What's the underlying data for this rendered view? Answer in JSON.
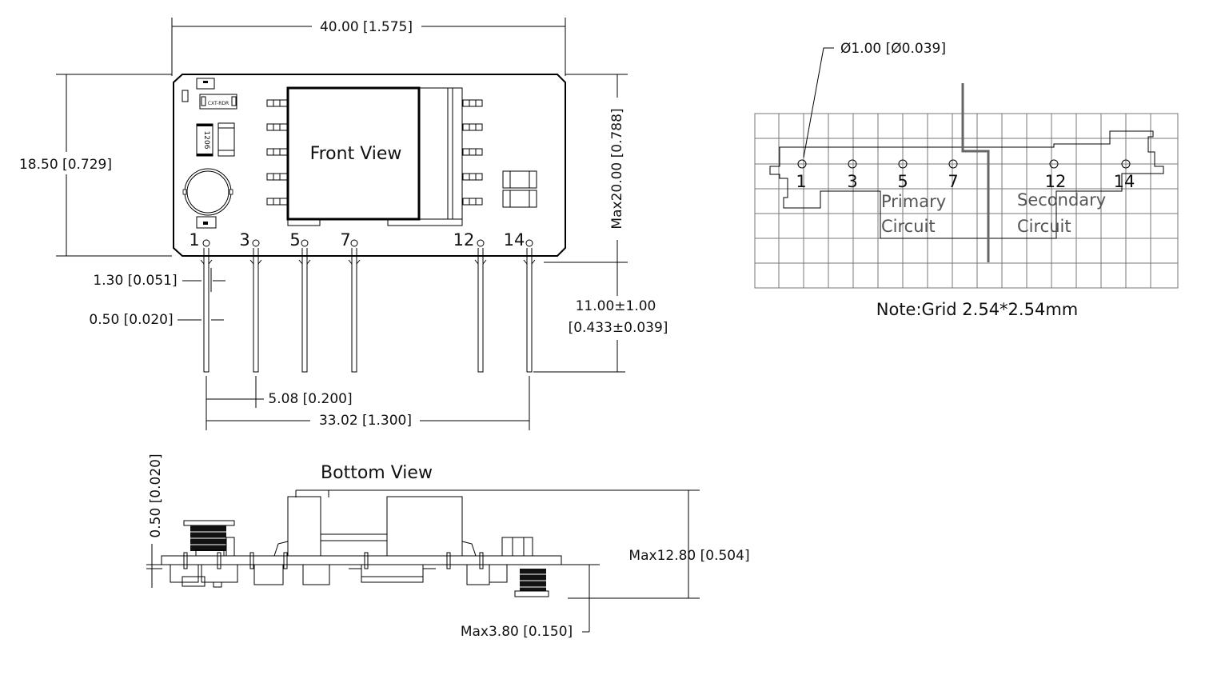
{
  "front_view": {
    "title": "Front View",
    "width_dim": "40.00 [1.575]",
    "height_dim": "18.50 [0.729]",
    "max_height_dim": "Max20.00 [0.788]",
    "pin_width_dim": "1.30 [0.051]",
    "pin_thickness_dim": "0.50 [0.020]",
    "pin_length_dim_line1": "11.00±1.00",
    "pin_length_dim_line2": "[0.433±0.039]",
    "pin_pitch_dim": "5.08 [0.200]",
    "pin_span_dim": "33.02 [1.300]",
    "pins": [
      "1",
      "3",
      "5",
      "7",
      "12",
      "14"
    ],
    "component_marking": "1206"
  },
  "bottom_view": {
    "title": "Bottom View",
    "pcb_thickness_dim": "0.50 [0.020]",
    "max_height_dim": "Max12.80 [0.504]",
    "max_below_dim": "Max3.80 [0.150]"
  },
  "footprint": {
    "hole_dim": "Ø1.00 [Ø0.039]",
    "pins": [
      "1",
      "3",
      "5",
      "7",
      "12",
      "14"
    ],
    "primary_label_line1": "Primary",
    "primary_label_line2": "Circuit",
    "secondary_label_line1": "Secondary",
    "secondary_label_line2": "Circuit",
    "note": "Note:Grid 2.54*2.54mm"
  }
}
